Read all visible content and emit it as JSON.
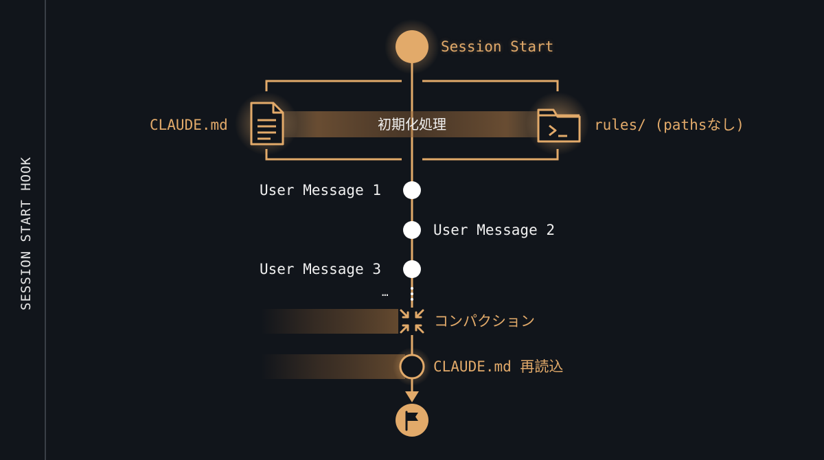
{
  "sidebar": {
    "title": "SESSION START HOOK"
  },
  "flow": {
    "start_label": "Session Start",
    "init_label": "初期化処理",
    "left_file_label": "CLAUDE.md",
    "right_folder_label": "rules/ (pathsなし)",
    "messages": [
      "User Message 1",
      "User Message 2",
      "User Message 3"
    ],
    "ellipsis": "…",
    "compaction_label": "コンパクション",
    "reload_label": "CLAUDE.md 再読込"
  },
  "colors": {
    "accent": "#e2aa6a",
    "background": "#11151b",
    "node": "#ffffff"
  },
  "icons": [
    "document-icon",
    "folder-terminal-icon",
    "compress-icon",
    "flag-icon"
  ]
}
